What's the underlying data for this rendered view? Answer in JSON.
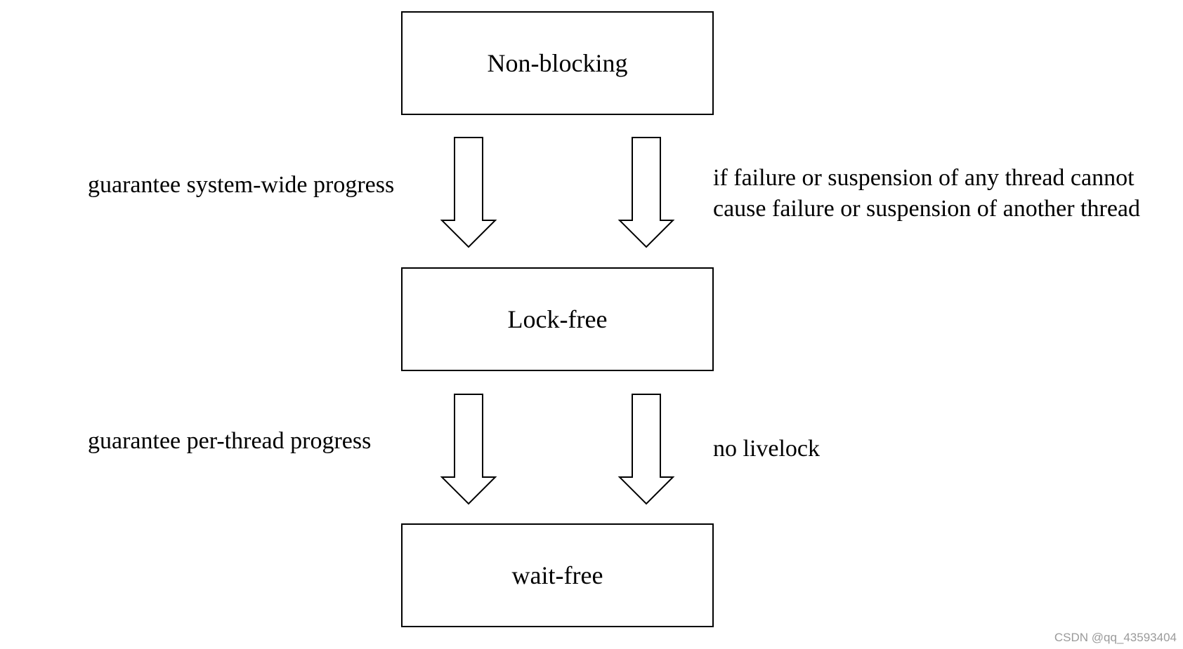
{
  "diagram": {
    "nodes": [
      {
        "id": "non-blocking",
        "label": "Non-blocking"
      },
      {
        "id": "lock-free",
        "label": "Lock-free"
      },
      {
        "id": "wait-free",
        "label": "wait-free"
      }
    ],
    "transitions": [
      {
        "from": "non-blocking",
        "to": "lock-free",
        "left_label": "guarantee system-wide progress",
        "right_label_lines": [
          "if failure or suspension of any thread cannot",
          "cause failure or suspension of another thread"
        ]
      },
      {
        "from": "lock-free",
        "to": "wait-free",
        "left_label": "guarantee per-thread progress",
        "right_label_lines": [
          "no livelock"
        ]
      }
    ]
  },
  "watermark": "CSDN @qq_43593404",
  "colors": {
    "stroke": "#000000",
    "background": "#ffffff",
    "watermark": "#9a9a9a"
  }
}
